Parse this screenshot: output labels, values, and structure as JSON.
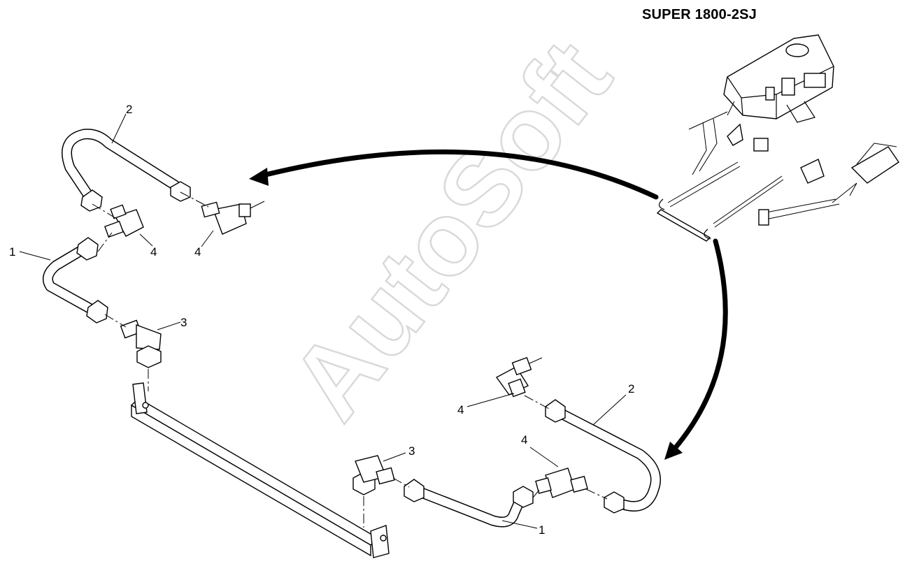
{
  "header": {
    "title": "SUPER 1800-2SJ"
  },
  "watermark": {
    "text": "AutoSoft"
  },
  "callouts": {
    "upper_left": {
      "pipe_2": "2",
      "pipe_1": "1",
      "fitting_4_a": "4",
      "fitting_4_b": "4",
      "fitting_3": "3"
    },
    "lower_right": {
      "fitting_4_a": "4",
      "pipe_2": "2",
      "fitting_4_b": "4",
      "fitting_3": "3",
      "pipe_1": "1"
    }
  }
}
